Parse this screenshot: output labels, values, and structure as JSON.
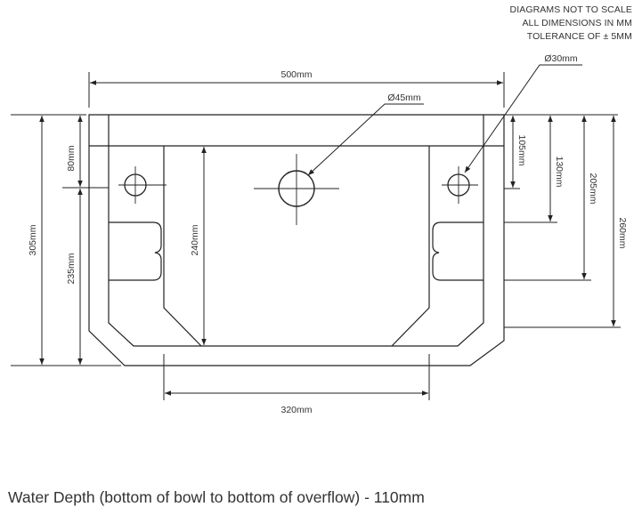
{
  "notes": [
    "DIAGRAMS NOT TO SCALE",
    "ALL DIMENSIONS IN MM",
    "TOLERANCE OF ± 5MM"
  ],
  "dimensions": {
    "overall_width": "500mm",
    "bowl_width": "320mm",
    "overall_height": "305mm",
    "top_to_tap_hole": "80mm",
    "tap_hole_to_base": "235mm",
    "bowl_depth": "240mm",
    "side_105": "105mm",
    "side_130": "130mm",
    "side_205": "205mm",
    "side_260": "260mm",
    "center_hole_diameter": "Ø45mm",
    "side_hole_diameter": "Ø30mm"
  },
  "caption": "Water Depth (bottom of bowl to bottom of overflow) - 110mm"
}
